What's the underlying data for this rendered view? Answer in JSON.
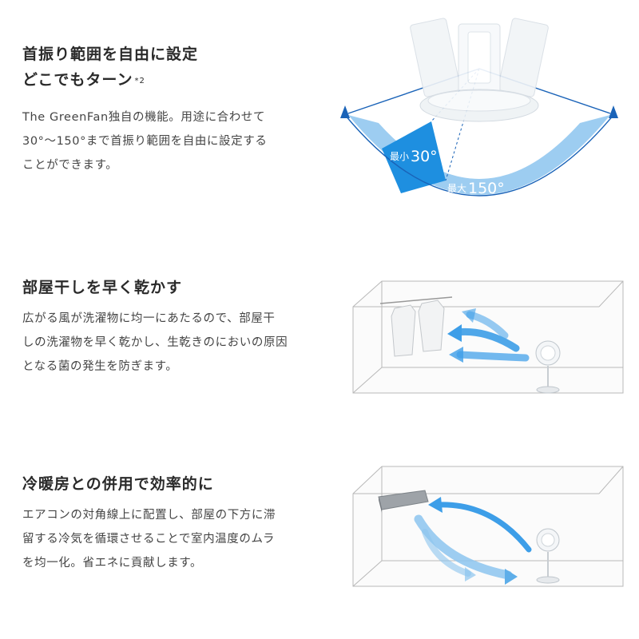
{
  "sections": [
    {
      "heading_line1": "首振り範囲を自由に設定",
      "heading_line2": "どこでもターン",
      "heading_note": "*2",
      "body_lines": [
        "The GreenFan独自の機能。用途に合わせて",
        "30°〜150°まで首振り範囲を自由に設定する",
        "ことができます。"
      ],
      "illustration": {
        "min_label": "最小",
        "min_value": "30°",
        "max_label": "最大",
        "max_value": "150°"
      }
    },
    {
      "heading": "部屋干しを早く乾かす",
      "body_lines": [
        "広がる風が洗濯物に均一にあたるので、部屋干",
        "しの洗濯物を早く乾かし、生乾きのにおいの原因",
        "となる菌の発生を防ぎます。"
      ]
    },
    {
      "heading": "冷暖房との併用で効率的に",
      "body_lines": [
        "エアコンの対角線上に配置し、部屋の下方に滞",
        "留する冷気を循環させることで室内温度のムラ",
        "を均一化。省エネに貢献します。"
      ]
    }
  ],
  "colors": {
    "arc_light": "#8cc4ee",
    "arc_dark": "#1e8fe0",
    "arrow_blue": "#3d9ee8",
    "line_blue": "#1a63b8",
    "room_line": "#b8b8b8"
  }
}
